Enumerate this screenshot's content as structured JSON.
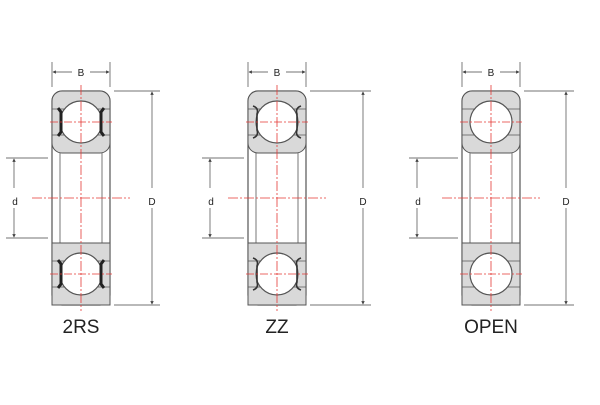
{
  "dimension_labels": {
    "width": "B",
    "outer_diameter": "D",
    "inner_diameter": "d"
  },
  "variants": [
    {
      "label": "2RS",
      "seal_type": "rubber-seal"
    },
    {
      "label": "ZZ",
      "seal_type": "metal-shield"
    },
    {
      "label": "OPEN",
      "seal_type": "none"
    }
  ],
  "colors": {
    "outline": "#555555",
    "fill": "#d9d9d9",
    "ball": "#ffffff",
    "centerline": "#e53935",
    "dimension": "#444444"
  }
}
